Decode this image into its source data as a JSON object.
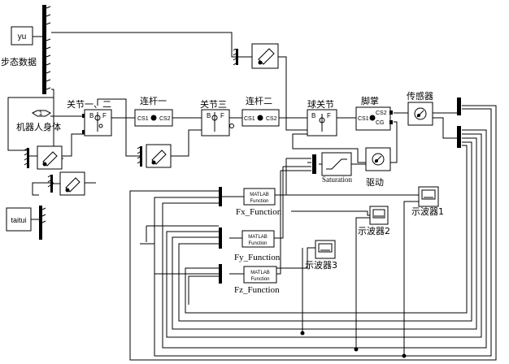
{
  "blocks": {
    "yu": "yu",
    "gait_data": "步态数据",
    "robot_body": "机器人身体",
    "port_one": "1",
    "joint12": "关节一、二",
    "link1": "连杆一",
    "joint3": "关节三",
    "link2": "连杆二",
    "ball_joint": "球关节",
    "foot": "脚掌",
    "sensor": "传感器",
    "saturation": "Saturation",
    "drive": "驱动",
    "taitui": "taitui",
    "fx": "Fx_Function",
    "fy": "Fy_Function",
    "fz": "Fz_Function",
    "scope1": "示波器1",
    "scope2": "示波器2",
    "scope3": "示波器3"
  },
  "ports": {
    "b": "B",
    "f": "F",
    "cs1": "CS1",
    "cs2": "CS2",
    "cg": "CG"
  },
  "matlab": {
    "line1": "MATLAB",
    "line2": "Function"
  }
}
